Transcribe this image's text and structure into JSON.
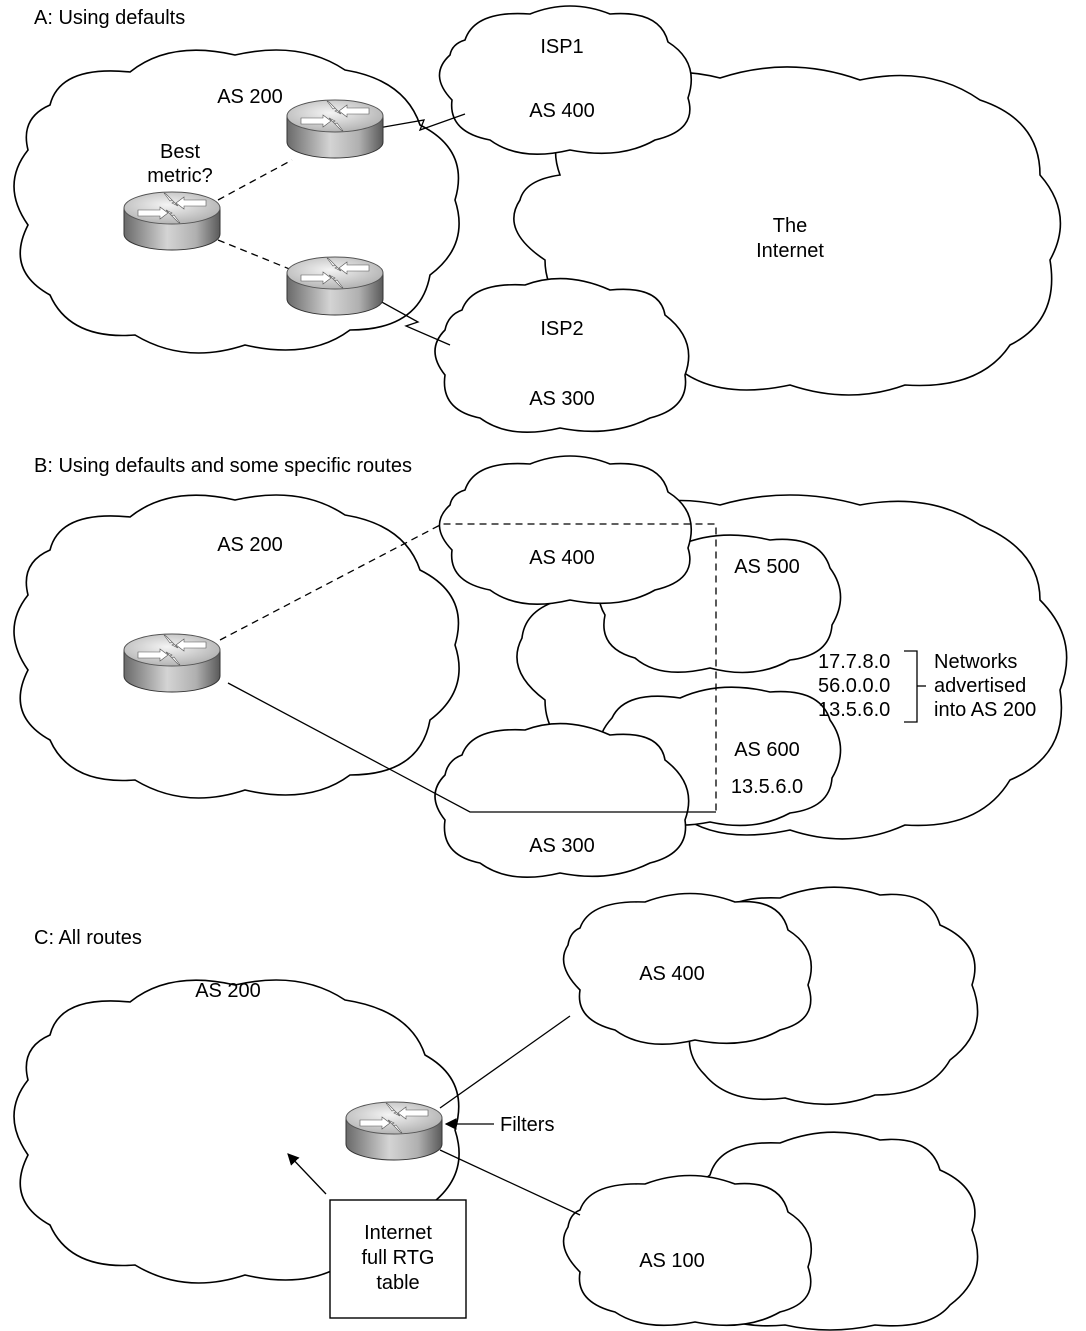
{
  "sections": {
    "a": {
      "title": "A: Using defaults"
    },
    "b": {
      "title": "B: Using defaults and some specific routes"
    },
    "c": {
      "title": "C: All routes"
    }
  },
  "a": {
    "as200": "AS 200",
    "question_line1": "Best",
    "question_line2": "metric?",
    "isp1": "ISP1",
    "as400": "AS 400",
    "internet_line1": "The",
    "internet_line2": "Internet",
    "isp2": "ISP2",
    "as300": "AS 300"
  },
  "b": {
    "as200": "AS 200",
    "as400": "AS 400",
    "as500": "AS 500",
    "as600": "AS 600",
    "as600_net": "13.5.6.0",
    "as300": "AS 300",
    "networks": [
      "17.7.8.0",
      "56.0.0.0",
      "13.5.6.0"
    ],
    "note_lines": [
      "Networks",
      "advertised",
      "into  AS 200"
    ]
  },
  "c": {
    "as200": "AS 200",
    "as400": "AS 400",
    "as100": "AS 100",
    "filters": "Filters",
    "table_lines": [
      "Internet",
      "full RTG",
      "table"
    ]
  }
}
